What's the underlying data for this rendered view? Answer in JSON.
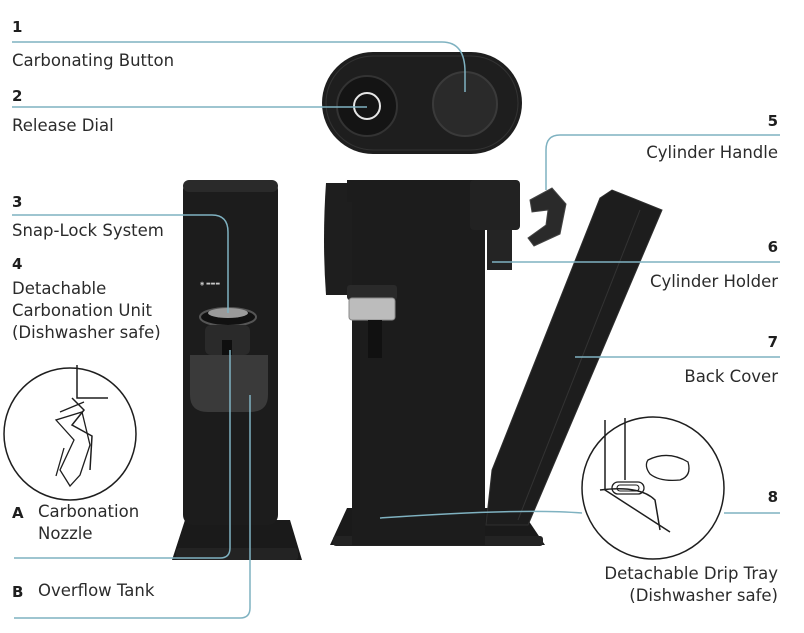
{
  "callouts": [
    {
      "num": "1",
      "label": "Carbonating Button"
    },
    {
      "num": "2",
      "label": "Release Dial"
    },
    {
      "num": "3",
      "label": "Snap-Lock System"
    },
    {
      "num": "4",
      "label": "Detachable\nCarbonation Unit\n(Dishwasher safe)"
    },
    {
      "num": "5",
      "label": "Cylinder Handle"
    },
    {
      "num": "6",
      "label": "Cylinder Holder"
    },
    {
      "num": "7",
      "label": "Back Cover"
    },
    {
      "num": "8",
      "label": "Detachable Drip Tray\n(Dishwasher safe)"
    }
  ],
  "subparts": [
    {
      "letter": "A",
      "label": "Carbonation\nNozzle"
    },
    {
      "letter": "B",
      "label": "Overflow Tank"
    }
  ],
  "colors": {
    "leader_line": "#7fb2c1",
    "device": "#1c1c1c",
    "device_highlight": "#3a3a3a",
    "metal": "#b9b9b9"
  }
}
